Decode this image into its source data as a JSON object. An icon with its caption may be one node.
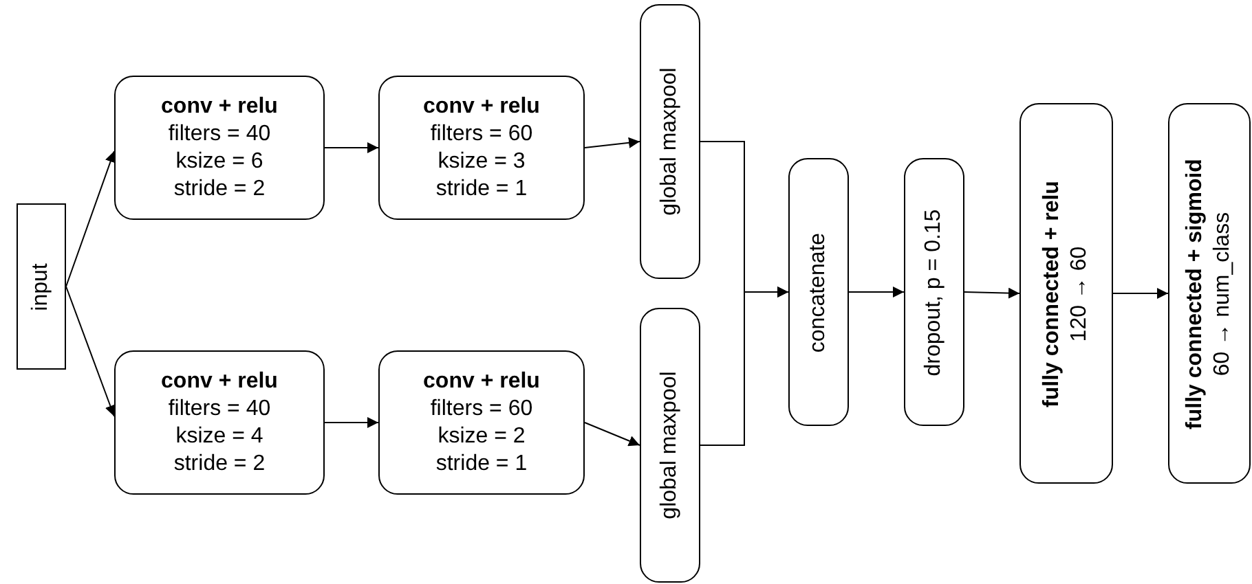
{
  "diagram": {
    "nodes": [
      {
        "text": [
          "input"
        ]
      },
      {
        "text": [
          "conv + relu",
          "filters = 40",
          "ksize = 6",
          "stride = 2"
        ]
      },
      {
        "text": [
          "conv + relu",
          "filters = 60",
          "ksize = 3",
          "stride = 1"
        ]
      },
      {
        "text": [
          "conv + relu",
          "filters = 40",
          "ksize = 4",
          "stride = 2"
        ]
      },
      {
        "text": [
          "conv + relu",
          "filters = 60",
          "ksize = 2",
          "stride = 1"
        ]
      },
      {
        "text": [
          "global maxpool"
        ]
      },
      {
        "text": [
          "global maxpool"
        ]
      },
      {
        "text": [
          "concatenate"
        ]
      },
      {
        "text": [
          "dropout, p = 0.15"
        ]
      },
      {
        "text": [
          "fully connected + relu",
          "120 → 60"
        ]
      },
      {
        "text": [
          "fully connected + sigmoid",
          "60 → num_class"
        ]
      }
    ],
    "edges": [
      {
        "from": 0,
        "to": 1,
        "arrow": "to"
      },
      {
        "from": 0,
        "to": 3,
        "arrow": "to"
      },
      {
        "from": 1,
        "to": 2,
        "arrow": "to"
      },
      {
        "from": 3,
        "to": 4,
        "arrow": "to"
      },
      {
        "from": 2,
        "to": 5,
        "arrow": "to"
      },
      {
        "from": 4,
        "to": 6,
        "arrow": "to"
      },
      {
        "from": 5,
        "to": 7,
        "arrow": "to"
      },
      {
        "from": 6,
        "to": 7,
        "arrow": "to"
      },
      {
        "from": 7,
        "to": 8,
        "arrow": "to"
      },
      {
        "from": 8,
        "to": 9,
        "arrow": "to"
      },
      {
        "from": 9,
        "to": 10,
        "arrow": "to"
      }
    ]
  }
}
